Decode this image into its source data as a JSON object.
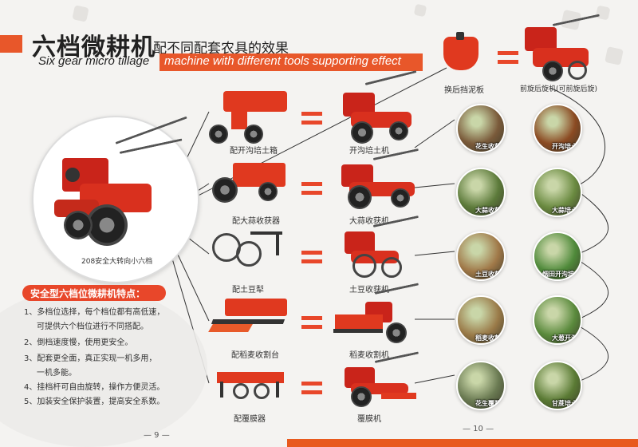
{
  "header": {
    "title_cn": "六档微耕机",
    "subtitle_cn": "配不同配套农具的效果",
    "title_en_plain": "Six gear micro tillage",
    "title_en_highlight": "machine with different tools supporting effect"
  },
  "main_machine": {
    "label": "208安全大转向小六档"
  },
  "tools": [
    {
      "tool_label": "配开沟培土箱",
      "result_label": "开沟培土机"
    },
    {
      "tool_label": "配大蒜收获器",
      "result_label": "大蒜收获机"
    },
    {
      "tool_label": "配土豆犁",
      "result_label": "土豆收获机"
    },
    {
      "tool_label": "配稻麦收割台",
      "result_label": "稻麦收割机"
    },
    {
      "tool_label": "配覆膜器",
      "result_label": "覆膜机"
    }
  ],
  "top_row": {
    "tool_label": "换后挡泥板",
    "result_label": "前旋后旋机(可前旋后旋)"
  },
  "features": {
    "title": "安全型六档位微耕机特点：",
    "items": [
      "1、多档位选择，每个档位都有高低速，",
      "可提供六个档位进行不同搭配。",
      "2、倒档速度慢，使用更安全。",
      "3、配套更全面，真正实现一机多用，",
      "一机多能。",
      "4、挂档杆可自由旋转，操作方便灵活。",
      "5、加装安全保护装置，提高安全系数。"
    ]
  },
  "photos": [
    {
      "label": "花生收获",
      "color": "#7a5a3a"
    },
    {
      "label": "开沟培土",
      "color": "#8b4a22"
    },
    {
      "label": "大蒜收获",
      "color": "#5c7a3a"
    },
    {
      "label": "大蒜培土",
      "color": "#6a8a40"
    },
    {
      "label": "土豆收获",
      "color": "#a07848"
    },
    {
      "label": "烟田开沟培土",
      "color": "#4f8a3a"
    },
    {
      "label": "稻麦收割",
      "color": "#9a7a48"
    },
    {
      "label": "大葱开沟",
      "color": "#5a8a3c"
    },
    {
      "label": "花生覆膜",
      "color": "#6a7a52"
    },
    {
      "label": "甘蔗培土",
      "color": "#5a7a34"
    }
  ],
  "page_numbers": {
    "left": "— 9 —",
    "right": "— 10 —"
  },
  "colors": {
    "accent": "#e8472a",
    "machine_red": "#d9301e"
  }
}
